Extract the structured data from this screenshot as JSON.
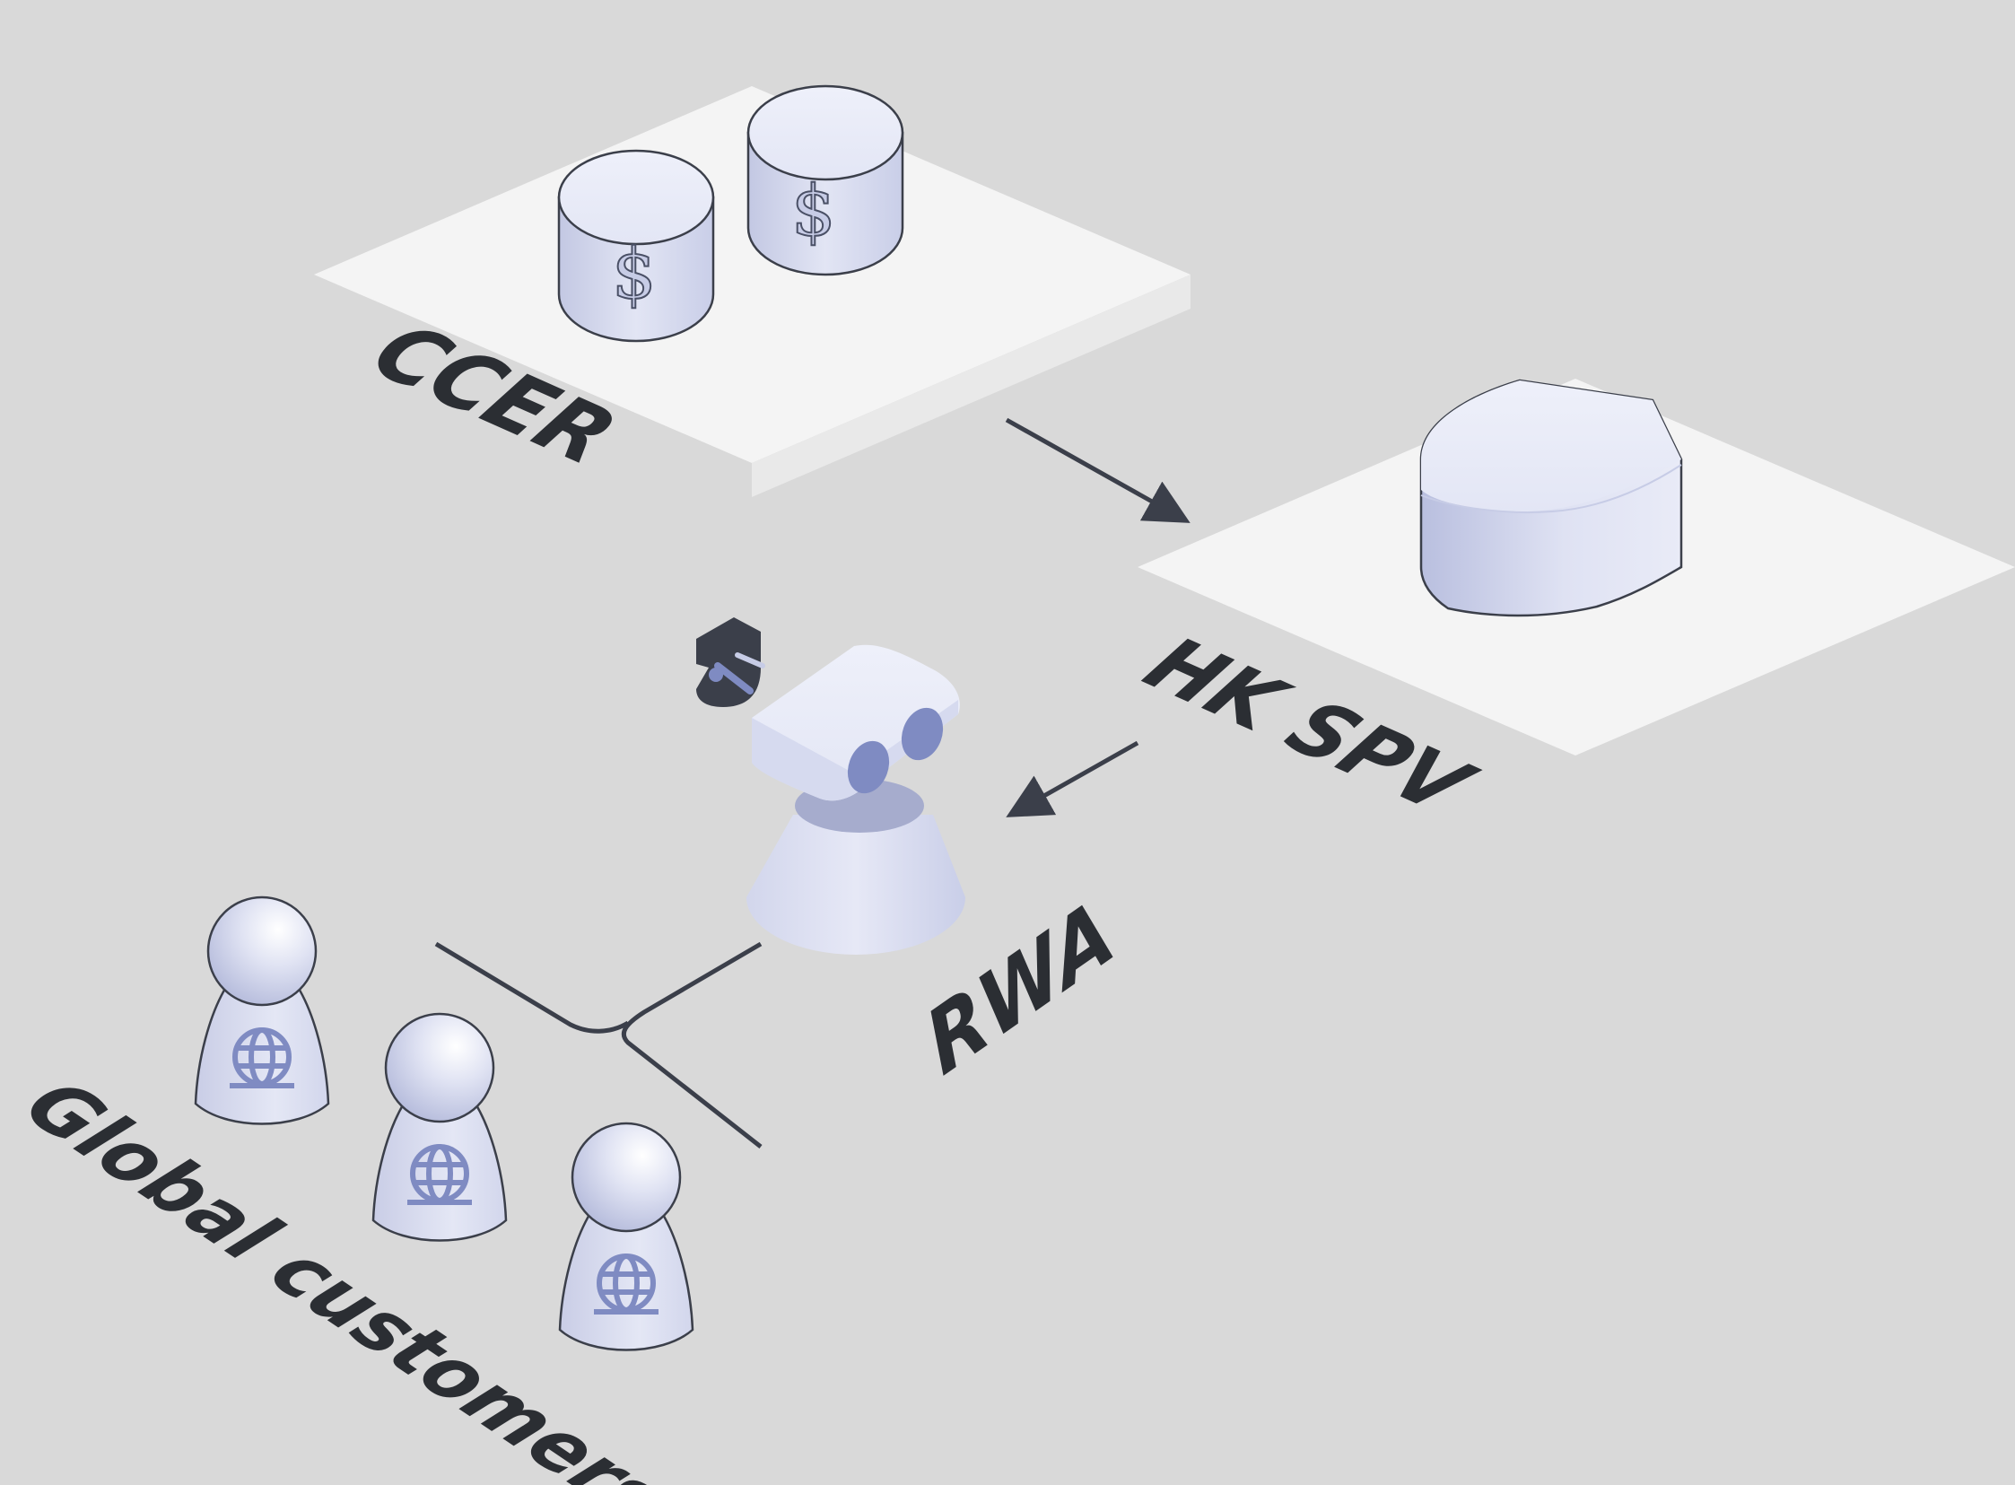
{
  "nodes": {
    "ccer": {
      "label": "CCER",
      "icon": "dollar-sign-icon"
    },
    "hk_spv": {
      "label": "HK SPV",
      "icon": "shield-icon"
    },
    "rwa": {
      "label": "RWA",
      "icon": "robot-icon",
      "badge_icon": "tools-icon"
    },
    "global_customers": {
      "label": "Global customers",
      "icon": "globe-icon",
      "count": 3
    }
  },
  "glyphs": {
    "dollar": "$"
  },
  "colors": {
    "background": "#d9d9d9",
    "platform_top": "#f4f4f4",
    "platform_side": "#e9e9e9",
    "object_light": "#eef0fa",
    "object_mid": "#c7cce6",
    "accent": "#7f8bc2",
    "stroke": "#3b3f4a",
    "text": "#2b2e33"
  }
}
